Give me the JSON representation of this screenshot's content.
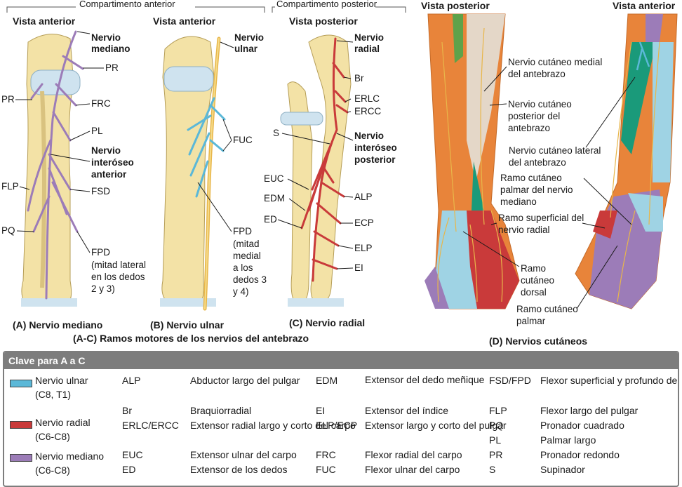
{
  "colors": {
    "ulnar": "#5bb8d8",
    "radial": "#c93a3a",
    "median": "#9c7cb8",
    "bone": "#f3e2a6",
    "green": "#1a9a7a",
    "orange": "#e8843a"
  },
  "top": {
    "left_section": "Compartimento anterior",
    "right_section": "Compartimento posterior"
  },
  "panelA": {
    "view": "Vista anterior",
    "nerve": "Nervio mediano",
    "pr": "PR",
    "pr_left": "PR",
    "frc": "FRC",
    "pl": "PL",
    "interosseous": "Nervio interóseo anterior",
    "flp": "FLP",
    "fsd": "FSD",
    "pq": "PQ",
    "fpd": "FPD",
    "fpd_note": "(mitad lateral en los dedos 2 y 3)",
    "caption": "(A) Nervio mediano"
  },
  "panelB": {
    "view": "Vista anterior",
    "nerve": "Nervio ulnar",
    "fuc": "FUC",
    "fpd": "FPD",
    "fpd_note": "(mitad medial a los dedos 3 y 4)",
    "caption": "(B) Nervio ulnar"
  },
  "panelC": {
    "view": "Vista posterior",
    "nerve": "Nervio radial",
    "br": "Br",
    "erlc": "ERLC",
    "ercc": "ERCC",
    "s": "S",
    "interosseous": "Nervio interóseo posterior",
    "euc": "EUC",
    "alp": "ALP",
    "edm": "EDM",
    "ed": "ED",
    "ecp": "ECP",
    "elp": "ELP",
    "ei": "EI",
    "caption": "(C) Nervio radial"
  },
  "panelD": {
    "view_post": "Vista posterior",
    "view_ant": "Vista anterior",
    "l1": "Nervio cutáneo medial del antebrazo",
    "l2": "Nervio cutáneo posterior del antebrazo",
    "l3": "Nervio cutáneo lateral del antebrazo",
    "l4": "Ramo cutáneo palmar del nervio mediano",
    "l5": "Ramo superficial del nervio radial",
    "l6": "Ramo cutáneo dorsal",
    "l7": "Ramo cutáneo palmar",
    "caption": "(D) Nervios cutáneos"
  },
  "abc_caption": "(A-C) Ramos motores de los nervios del antebrazo",
  "key": {
    "title": "Clave para A a C",
    "legend": [
      {
        "name": "Nervio ulnar",
        "roots": "(C8, T1)"
      },
      {
        "name": "Nervio radial",
        "roots": "(C6-C8)"
      },
      {
        "name": "Nervio mediano",
        "roots": "(C6-C8)"
      }
    ],
    "col1": [
      {
        "abbr": "ALP",
        "desc": "Abductor largo del pulgar"
      },
      {
        "abbr": "Br",
        "desc": "Braquiorradial"
      },
      {
        "abbr": "ERLC/ERCC",
        "desc": "Extensor radial largo y corto del carpo"
      },
      {
        "abbr": "EUC",
        "desc": "Extensor ulnar del carpo"
      },
      {
        "abbr": "ED",
        "desc": "Extensor de los dedos"
      }
    ],
    "col2": [
      {
        "abbr": "EDM",
        "desc": "Extensor del dedo meñique"
      },
      {
        "abbr": "EI",
        "desc": "Extensor del índice"
      },
      {
        "abbr": "ELP/ECP",
        "desc": "Extensor largo y corto del pulgar"
      },
      {
        "abbr": "FRC",
        "desc": "Flexor radial del carpo"
      },
      {
        "abbr": "FUC",
        "desc": "Flexor ulnar del carpo"
      }
    ],
    "col3": [
      {
        "abbr": "FSD/FPD",
        "desc": "Flexor superficial y profundo de los dedos"
      },
      {
        "abbr": "FLP",
        "desc": "Flexor largo del pulgar"
      },
      {
        "abbr": "PQ",
        "desc": "Pronador cuadrado"
      },
      {
        "abbr": "PL",
        "desc": "Palmar largo"
      },
      {
        "abbr": "PR",
        "desc": "Pronador redondo"
      },
      {
        "abbr": "S",
        "desc": "Supinador"
      }
    ]
  }
}
